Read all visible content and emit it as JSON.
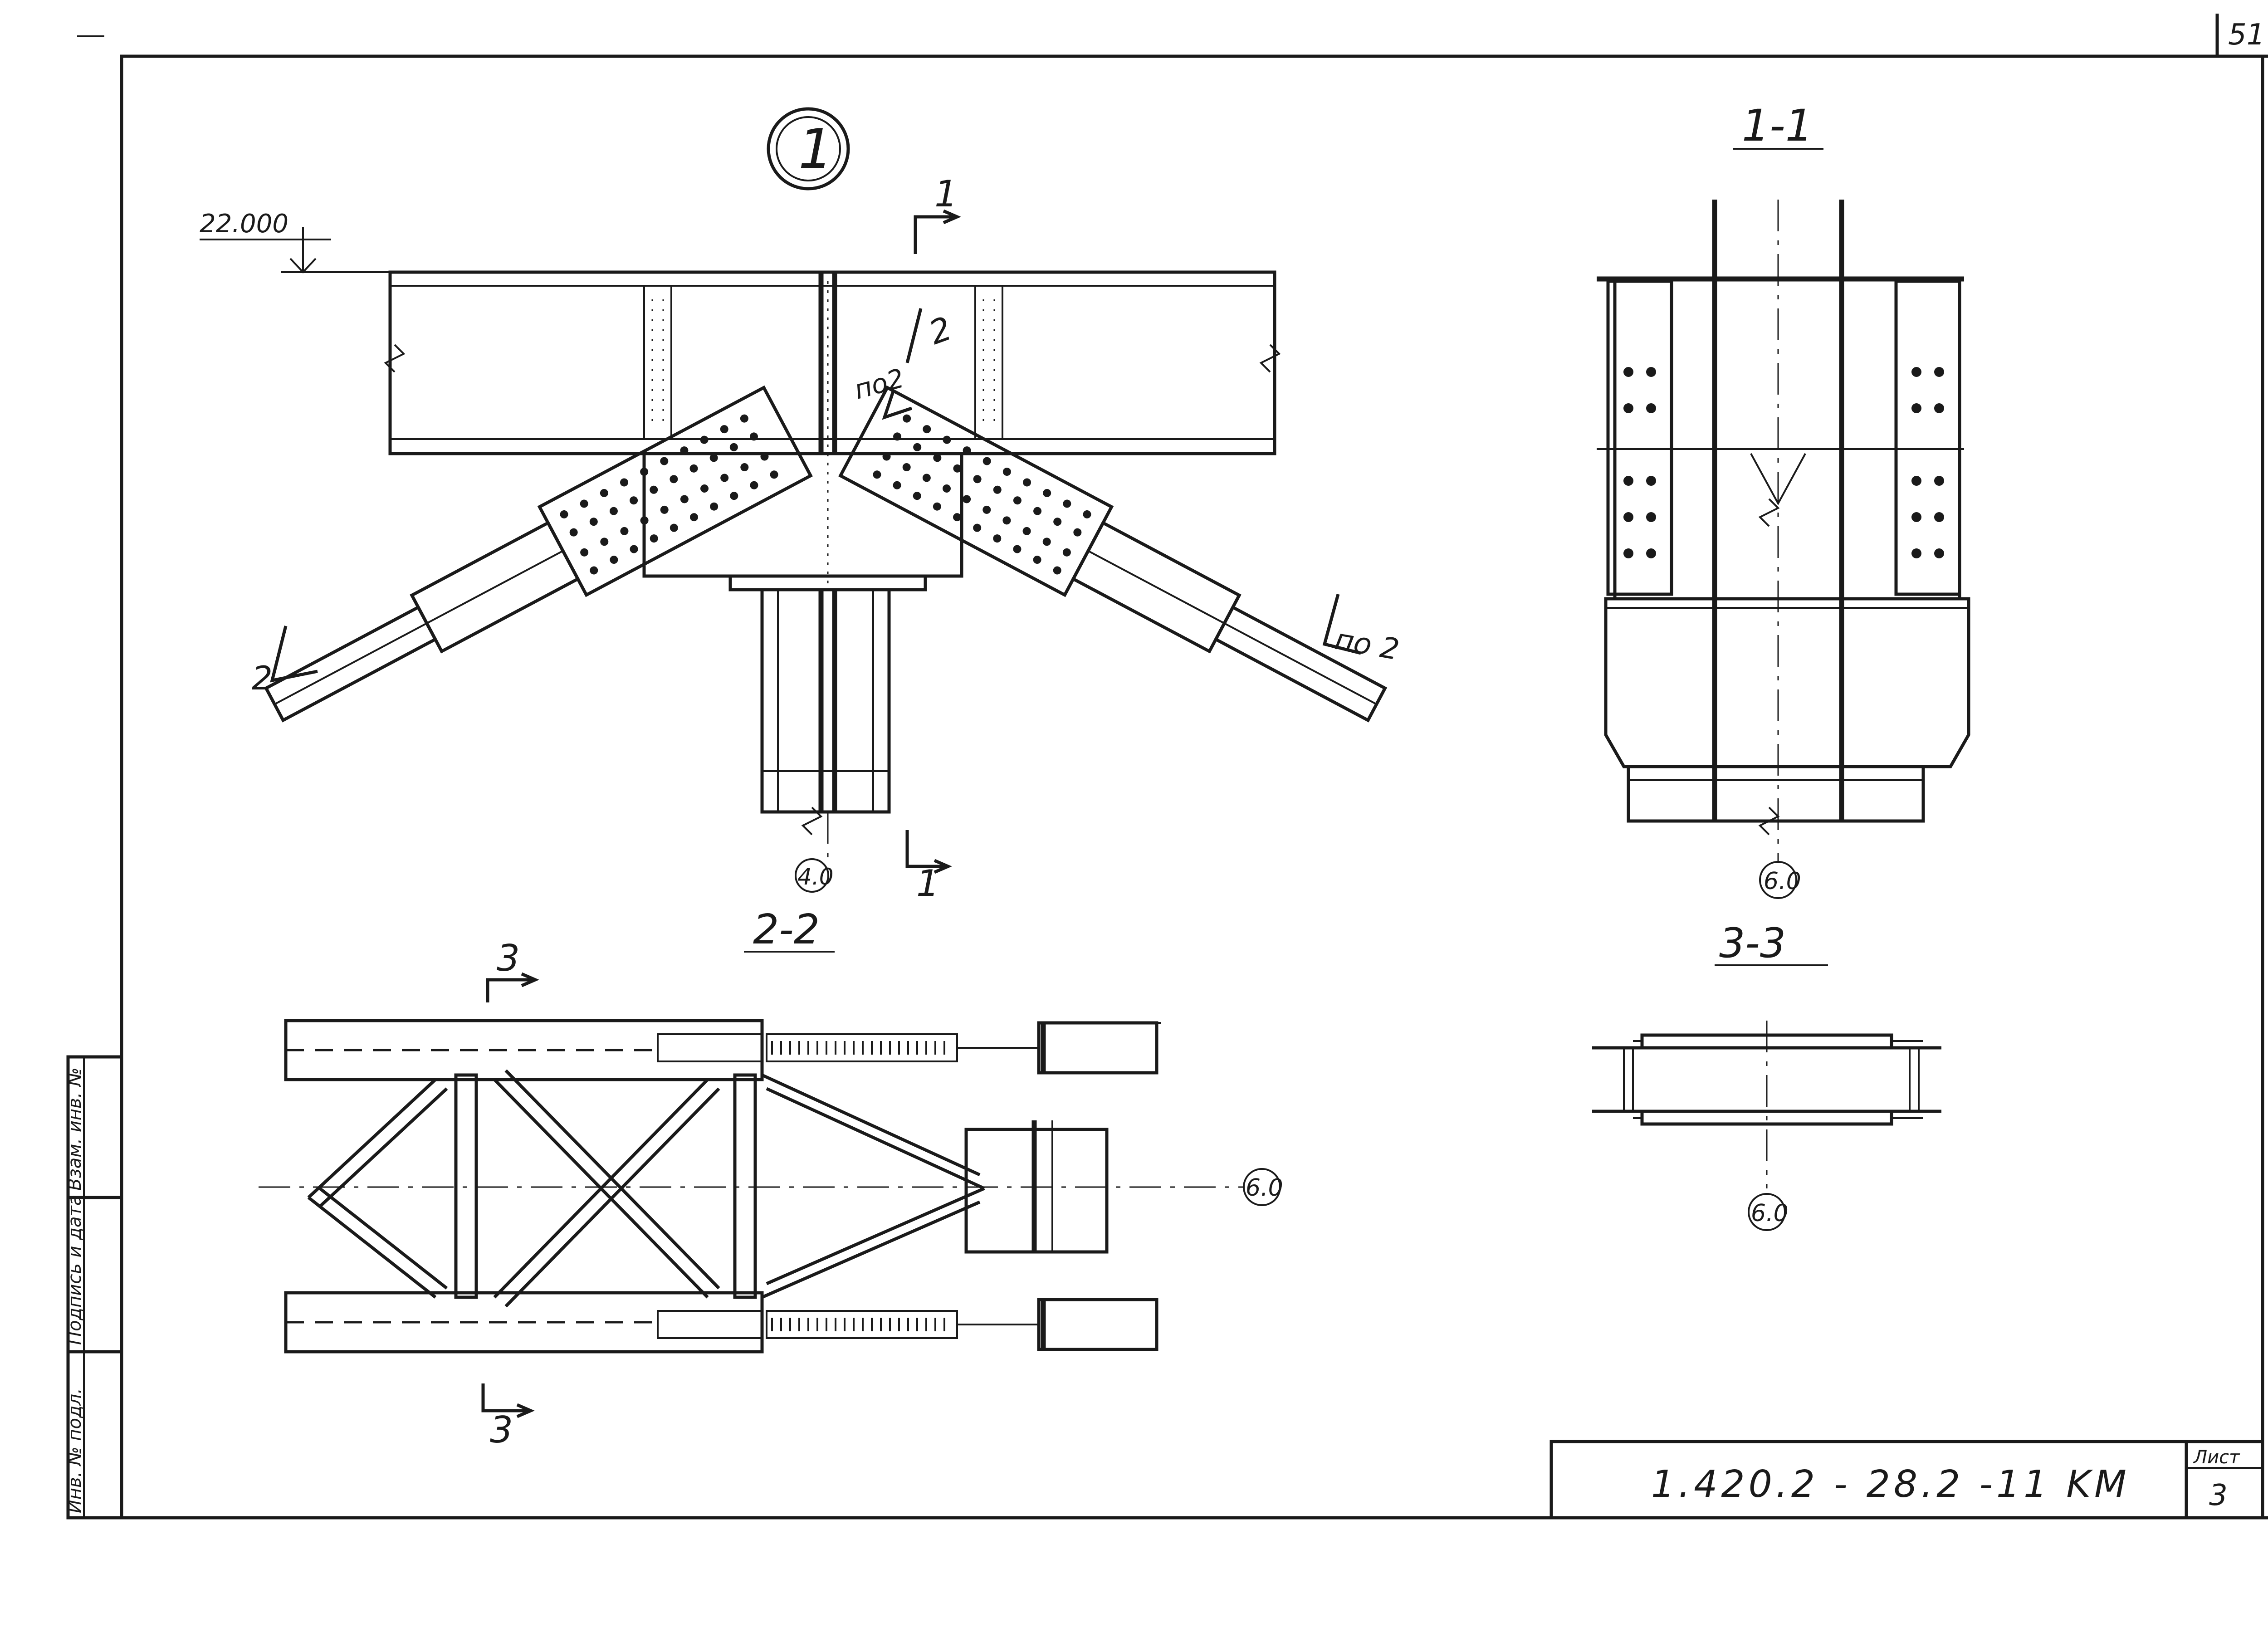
{
  "sheet": {
    "page_number": "51",
    "document_code": "1.420.2 - 28.2 -11 KM",
    "sheet_label": "Лист",
    "sheet_number": "3"
  },
  "left_stamp": {
    "col_1": "Инв. № подл.",
    "col_2": "Подпись и дата",
    "col_3": "Взам. инв. №"
  },
  "view_1": {
    "detail_marker": "1",
    "elevation": "22.000",
    "section_cut_top": "1",
    "section_cut_bottom": "1",
    "cut_2_right_label": "по 2",
    "cut_2_left_label": "2",
    "cut_2_inner_num": "2",
    "cut_2_inner_label": "по2",
    "axis_mark": "4.0"
  },
  "view_1_1": {
    "title": "1-1",
    "axis_mark": "6.0"
  },
  "view_2_2": {
    "title": "2-2",
    "section_cut_top": "3",
    "section_cut_bottom": "3",
    "axis_mark": "6.0"
  },
  "view_3_3": {
    "title": "3-3",
    "axis_mark": "6.0"
  },
  "colors": {
    "ink": "#1a1a1a",
    "paper": "#ffffff"
  }
}
